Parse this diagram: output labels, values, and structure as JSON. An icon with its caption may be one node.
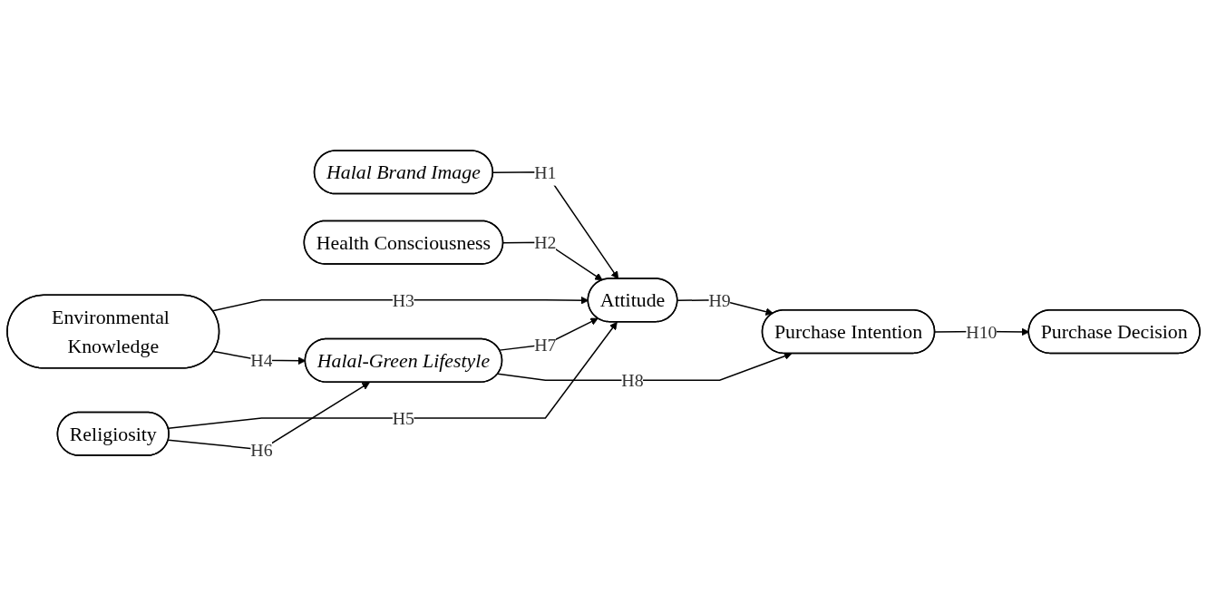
{
  "diagram": {
    "nodes": [
      {
        "text": [
          "Halal Brand Image"
        ]
      },
      {
        "text": [
          "Health Consciousness"
        ]
      },
      {
        "text": [
          "Environmental Knowledge"
        ]
      },
      {
        "text": [
          "Religiosity"
        ]
      },
      {
        "text": [
          "Attitude"
        ]
      },
      {
        "text": [
          "Halal-Green Lifestyle"
        ]
      },
      {
        "text": [
          "Purchase Intention"
        ]
      },
      {
        "text": [
          "Purchase Decision"
        ]
      }
    ],
    "edges": [
      {
        "from": 0,
        "to": 4,
        "arrow": "to",
        "label": "H1"
      },
      {
        "from": 1,
        "to": 4,
        "arrow": "to",
        "label": "H2"
      },
      {
        "from": 2,
        "to": 4,
        "arrow": "to",
        "label": "H3"
      },
      {
        "from": 2,
        "to": 5,
        "arrow": "to",
        "label": "H4"
      },
      {
        "from": 3,
        "to": 4,
        "arrow": "to",
        "label": "H5"
      },
      {
        "from": 3,
        "to": 5,
        "arrow": "to",
        "label": "H6"
      },
      {
        "from": 5,
        "to": 4,
        "arrow": "to",
        "label": "H7"
      },
      {
        "from": 5,
        "to": 6,
        "arrow": "to",
        "label": "H8"
      },
      {
        "from": 4,
        "to": 6,
        "arrow": "to",
        "label": "H9"
      },
      {
        "from": 6,
        "to": 7,
        "arrow": "to",
        "label": "H10"
      }
    ]
  }
}
